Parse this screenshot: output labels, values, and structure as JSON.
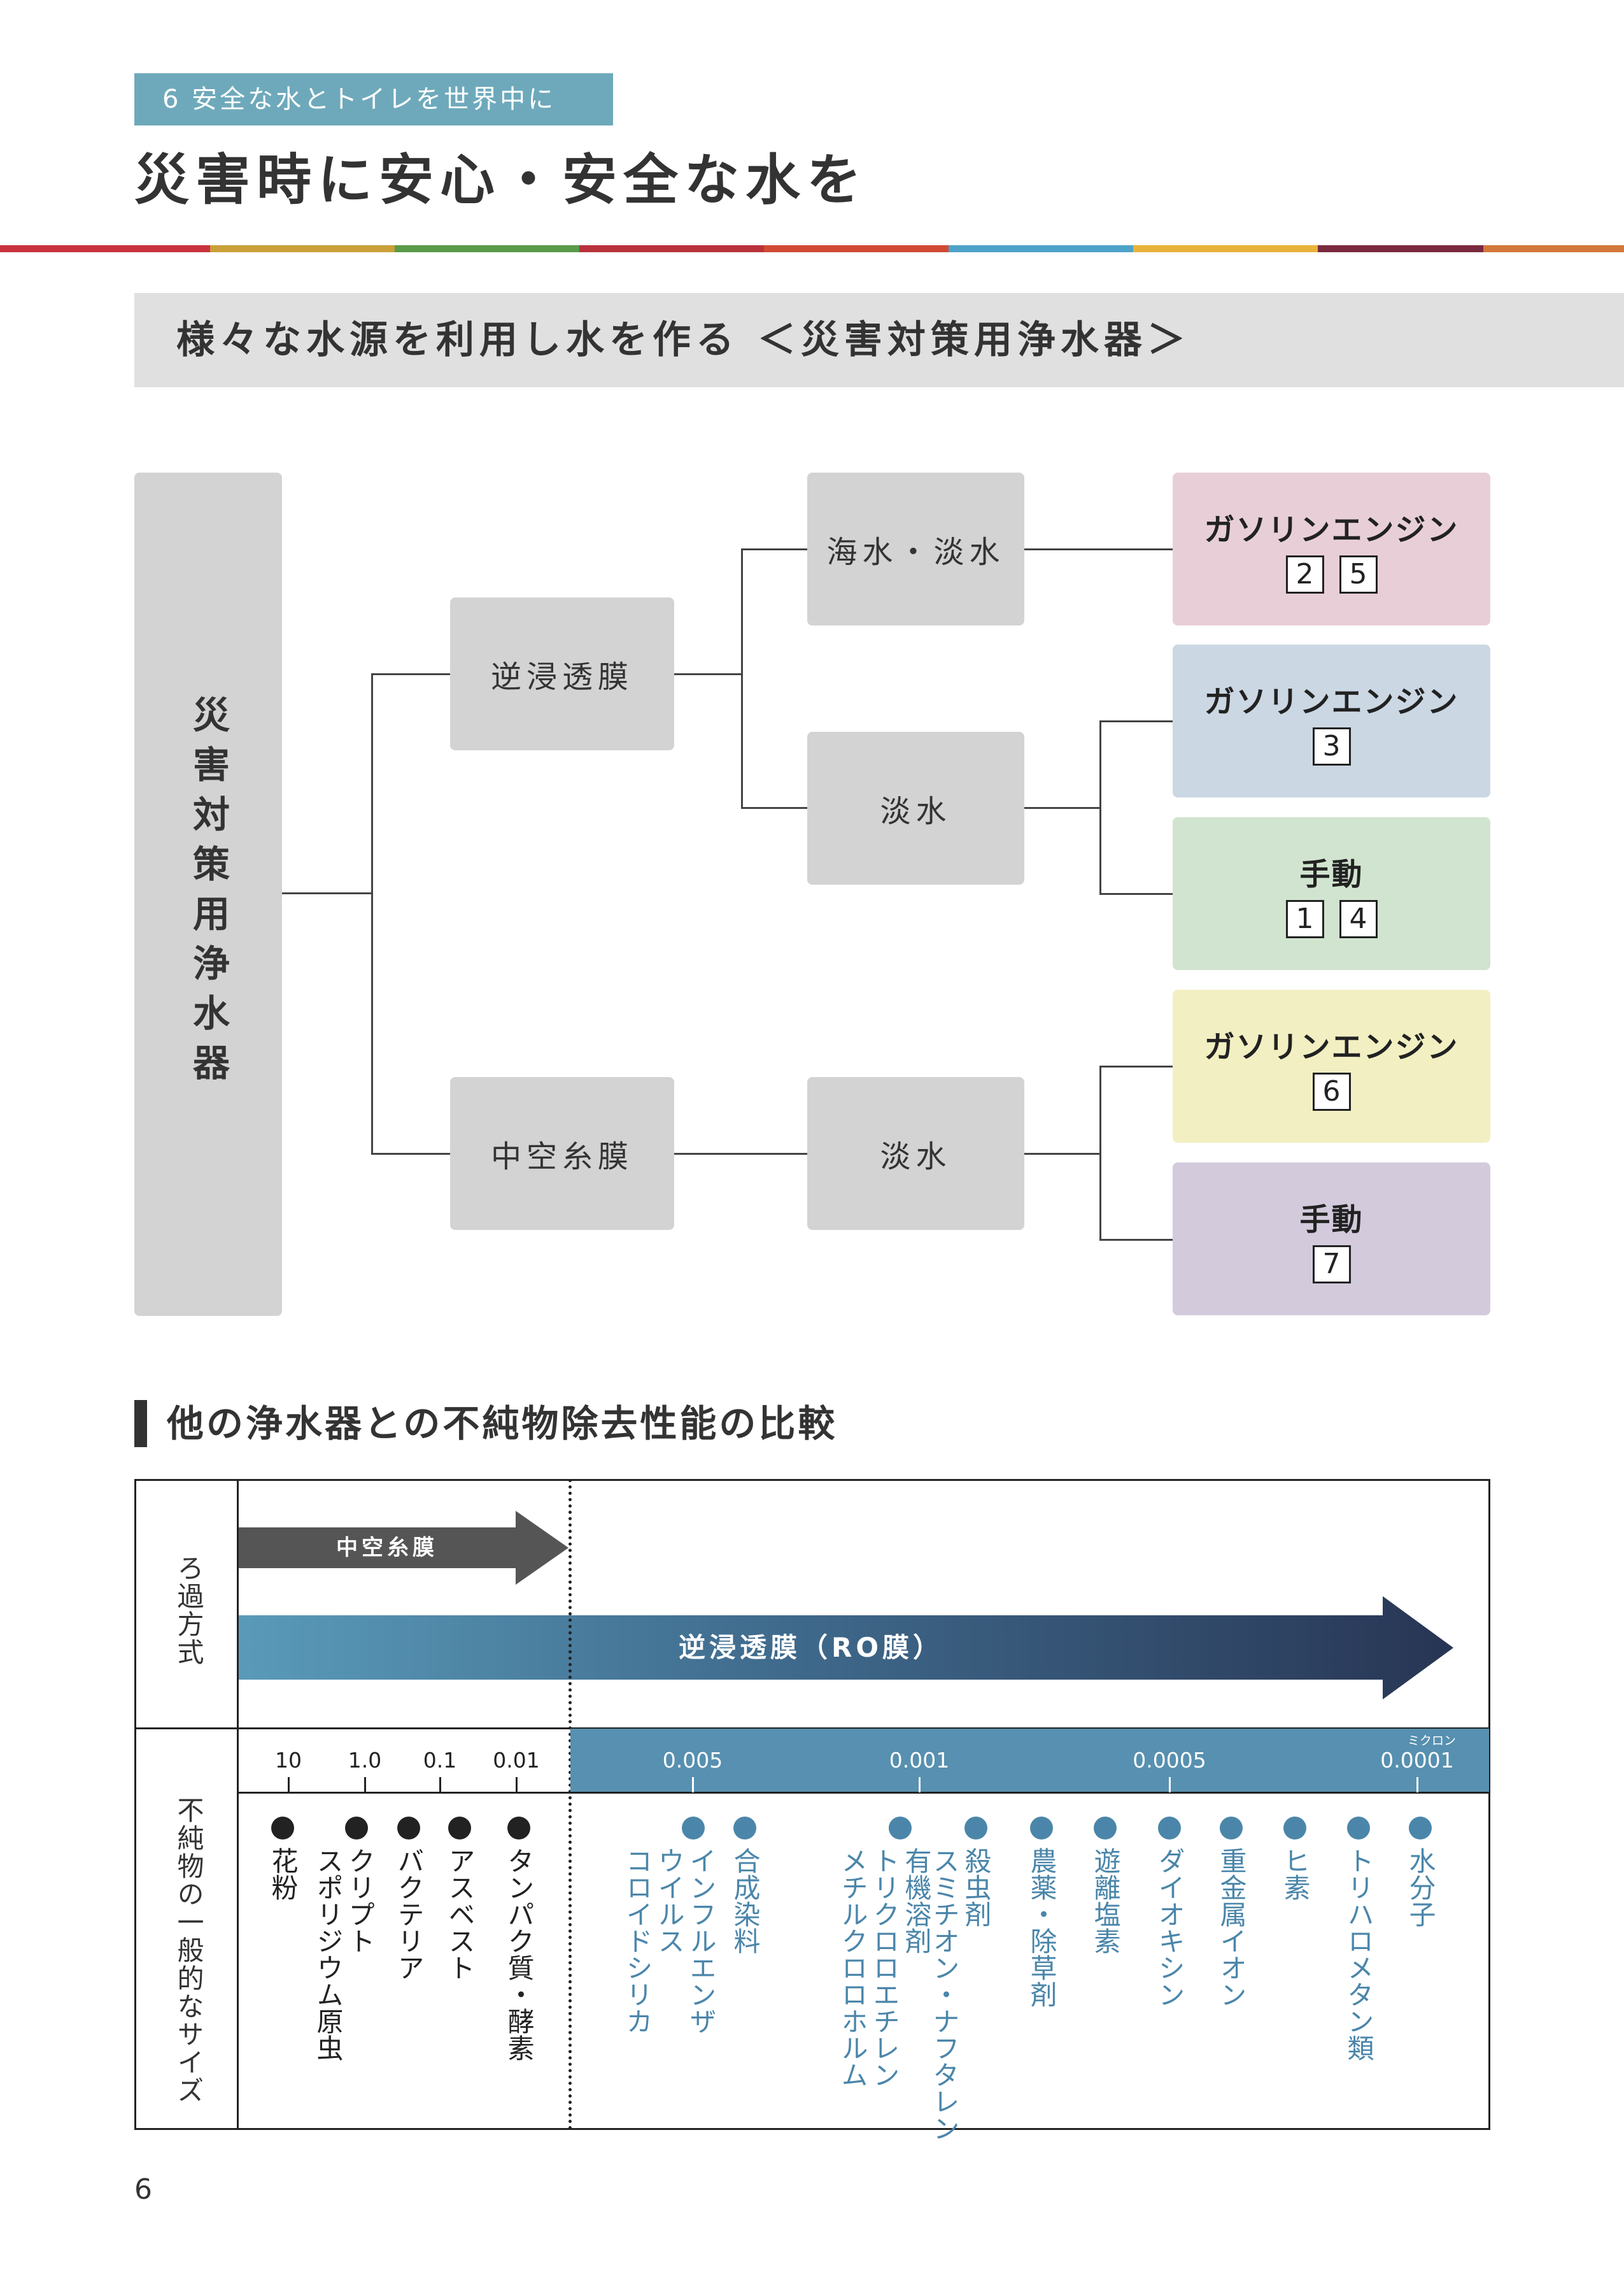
{
  "header": {
    "chapter_tag": "6 安全な水とトイレを世界中に",
    "title": "災害時に安心・安全な水を"
  },
  "color_stripe": [
    "#c9323f",
    "#c9a03a",
    "#5a9a4a",
    "#b8323c",
    "#d24a34",
    "#4ea3c9",
    "#e8b33a",
    "#7a2a3e",
    "#d4773a"
  ],
  "section_title": "様々な水源を利用し水を作る ＜災害対策用浄水器＞",
  "tree": {
    "root": "災害対策用浄水器",
    "membranes": {
      "ro": "逆浸透膜",
      "hollow": "中空糸膜"
    },
    "sources": {
      "sea_fresh": "海水・淡水",
      "fresh_ro": "淡水",
      "fresh_hollow": "淡水"
    },
    "results": [
      {
        "label": "ガソリンエンジン",
        "numbers": [
          "2",
          "5"
        ],
        "color": "#e8cfd7"
      },
      {
        "label": "ガソリンエンジン",
        "numbers": [
          "3"
        ],
        "color": "#cbd7e3"
      },
      {
        "label": "手動",
        "numbers": [
          "1",
          "4"
        ],
        "color": "#d1e4cf"
      },
      {
        "label": "ガソリンエンジン",
        "numbers": [
          "6"
        ],
        "color": "#f2efc2"
      },
      {
        "label": "手動",
        "numbers": [
          "7"
        ],
        "color": "#d3cadc"
      }
    ]
  },
  "comparison": {
    "heading": "他の浄水器との不純物除去性能の比較",
    "row_filtration": "ろ過方式",
    "row_size": "不純物の一般的なサイズ",
    "arrow_hollow": "中空糸膜",
    "arrow_ro": "逆浸透膜（RO膜）",
    "unit": "ミクロン",
    "scale_black": [
      "10",
      "1.0",
      "0.1",
      "0.01"
    ],
    "scale_blue": [
      "0.005",
      "0.001",
      "0.0005",
      "0.0001"
    ],
    "items_black": [
      {
        "text": "花粉"
      },
      {
        "text": "クリプト\nスポリジウム原虫"
      },
      {
        "text": "バクテリア"
      },
      {
        "text": "アスベスト"
      },
      {
        "text": "タンパク質・酵素"
      }
    ],
    "items_blue": [
      {
        "text": "インフルエンザ\nウイルス\nコロイドシリカ"
      },
      {
        "text": "合成染料"
      },
      {
        "text": "有機溶剤\nトリクロロエチレン\nメチルクロロホルム"
      },
      {
        "text": "殺虫剤\nスミチオン・ナフタレン"
      },
      {
        "text": "農薬・除草剤"
      },
      {
        "text": "遊離塩素"
      },
      {
        "text": "ダイオキシン"
      },
      {
        "text": "重金属イオン"
      },
      {
        "text": "ヒ素"
      },
      {
        "text": "トリハロメタン類"
      },
      {
        "text": "水分子"
      }
    ]
  },
  "page_number": "6"
}
